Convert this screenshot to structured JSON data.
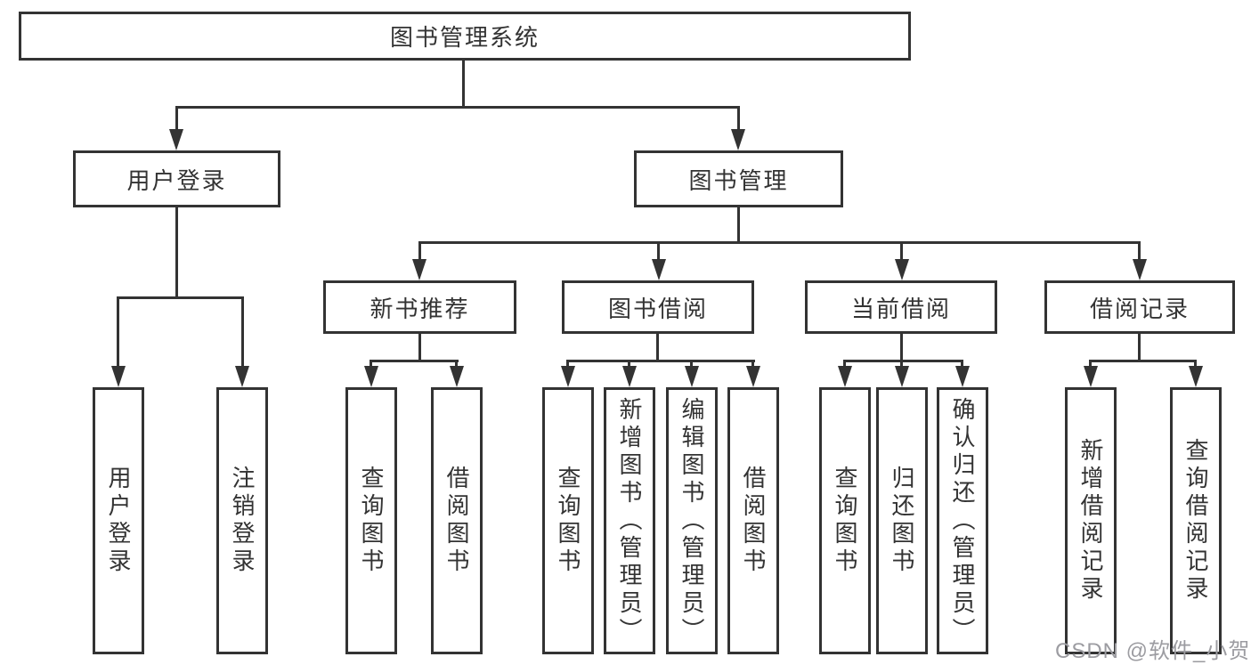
{
  "colors": {
    "line": "#333333",
    "text": "#333333",
    "watermark": "#9c9ca1",
    "background": "#ffffff"
  },
  "tree": {
    "label": "图书管理系统",
    "children": [
      {
        "label": "用户登录",
        "children": [
          {
            "label": "用户登录"
          },
          {
            "label": "注销登录"
          }
        ]
      },
      {
        "label": "图书管理",
        "children": [
          {
            "label": "新书推荐",
            "children": [
              {
                "label": "查询图书"
              },
              {
                "label": "借阅图书"
              }
            ]
          },
          {
            "label": "图书借阅",
            "children": [
              {
                "label": "查询图书"
              },
              {
                "label": "新增图书（管理员）"
              },
              {
                "label": "编辑图书（管理员）"
              },
              {
                "label": "借阅图书"
              }
            ]
          },
          {
            "label": "当前借阅",
            "children": [
              {
                "label": "查询图书"
              },
              {
                "label": "归还图书"
              },
              {
                "label": "确认归还（管理员）"
              }
            ]
          },
          {
            "label": "借阅记录",
            "children": [
              {
                "label": "新增借阅记录"
              },
              {
                "label": "查询借阅记录"
              }
            ]
          }
        ]
      }
    ]
  },
  "watermark": {
    "text": "CSDN @软件_小贺同学"
  }
}
